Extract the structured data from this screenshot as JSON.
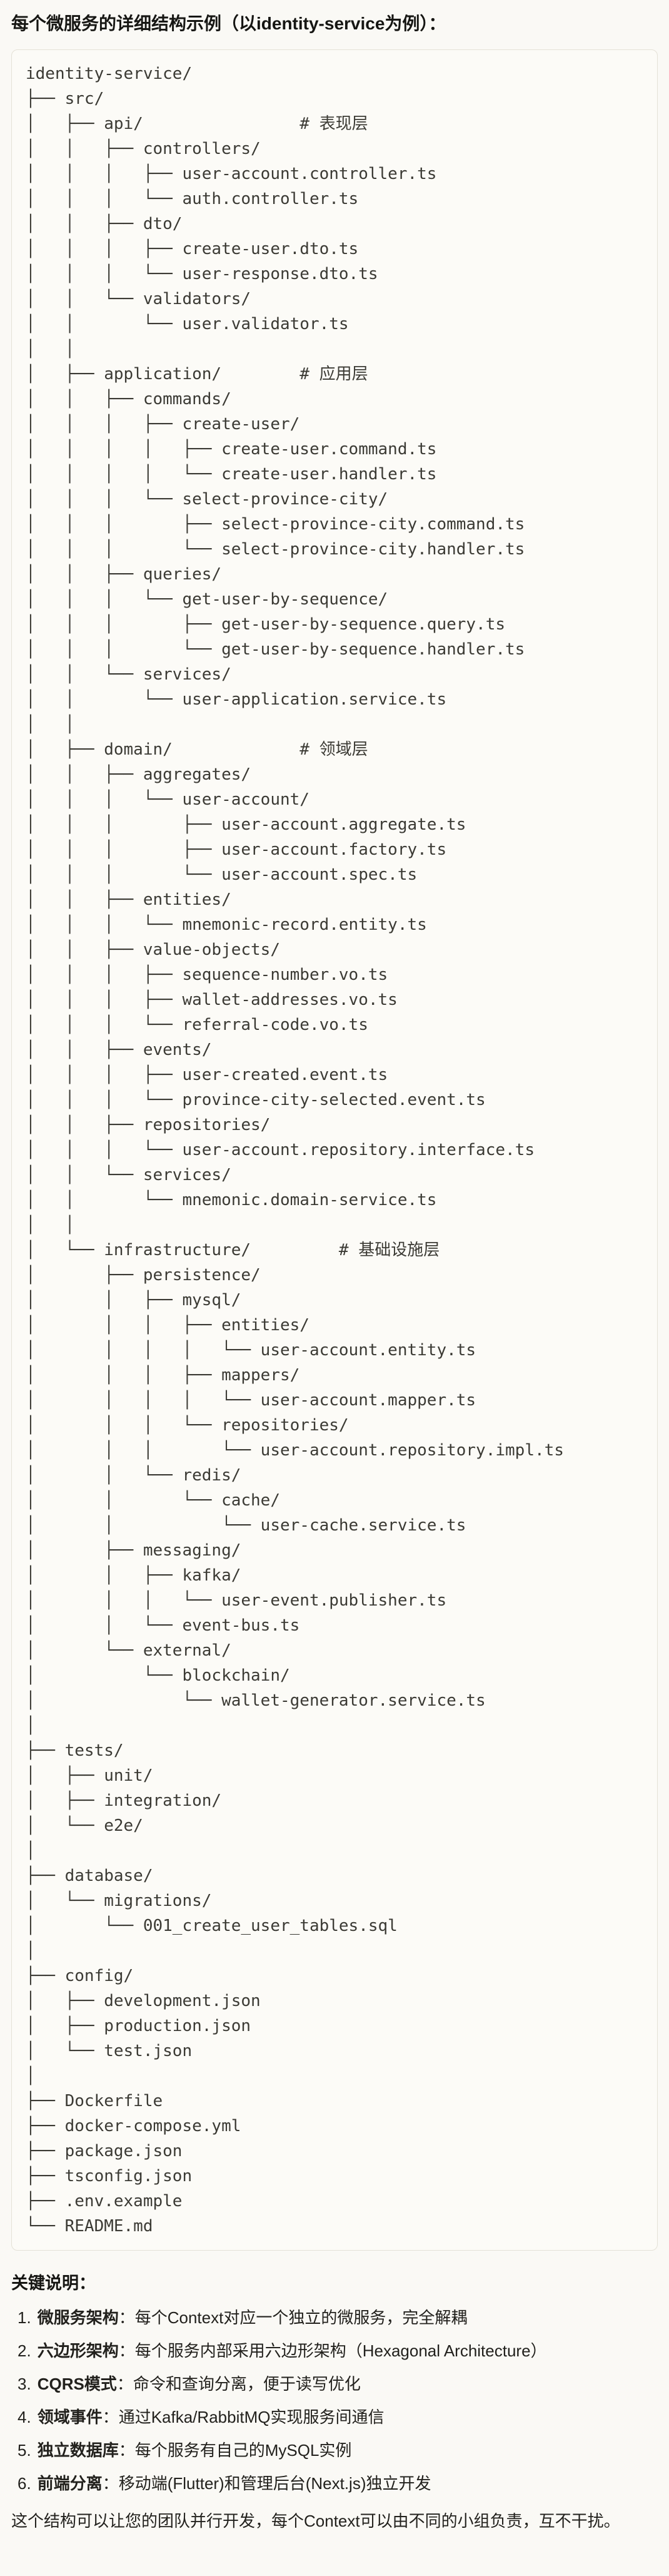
{
  "page": {
    "title": "每个微服务的详细结构示例（以identity-service为例）："
  },
  "code_block": {
    "language": "plaintext",
    "lines": [
      "identity-service/",
      "├── src/",
      "│   ├── api/                # 表现层",
      "│   │   ├── controllers/",
      "│   │   │   ├── user-account.controller.ts",
      "│   │   │   └── auth.controller.ts",
      "│   │   ├── dto/",
      "│   │   │   ├── create-user.dto.ts",
      "│   │   │   └── user-response.dto.ts",
      "│   │   └── validators/",
      "│   │       └── user.validator.ts",
      "│   │",
      "│   ├── application/        # 应用层",
      "│   │   ├── commands/",
      "│   │   │   ├── create-user/",
      "│   │   │   │   ├── create-user.command.ts",
      "│   │   │   │   └── create-user.handler.ts",
      "│   │   │   └── select-province-city/",
      "│   │   │       ├── select-province-city.command.ts",
      "│   │   │       └── select-province-city.handler.ts",
      "│   │   ├── queries/",
      "│   │   │   └── get-user-by-sequence/",
      "│   │   │       ├── get-user-by-sequence.query.ts",
      "│   │   │       └── get-user-by-sequence.handler.ts",
      "│   │   └── services/",
      "│   │       └── user-application.service.ts",
      "│   │",
      "│   ├── domain/             # 领域层",
      "│   │   ├── aggregates/",
      "│   │   │   └── user-account/",
      "│   │   │       ├── user-account.aggregate.ts",
      "│   │   │       ├── user-account.factory.ts",
      "│   │   │       └── user-account.spec.ts",
      "│   │   ├── entities/",
      "│   │   │   └── mnemonic-record.entity.ts",
      "│   │   ├── value-objects/",
      "│   │   │   ├── sequence-number.vo.ts",
      "│   │   │   ├── wallet-addresses.vo.ts",
      "│   │   │   └── referral-code.vo.ts",
      "│   │   ├── events/",
      "│   │   │   ├── user-created.event.ts",
      "│   │   │   └── province-city-selected.event.ts",
      "│   │   ├── repositories/",
      "│   │   │   └── user-account.repository.interface.ts",
      "│   │   └── services/",
      "│   │       └── mnemonic.domain-service.ts",
      "│   │",
      "│   └── infrastructure/         # 基础设施层",
      "│       ├── persistence/",
      "│       │   ├── mysql/",
      "│       │   │   ├── entities/",
      "│       │   │   │   └── user-account.entity.ts",
      "│       │   │   ├── mappers/",
      "│       │   │   │   └── user-account.mapper.ts",
      "│       │   │   └── repositories/",
      "│       │   │       └── user-account.repository.impl.ts",
      "│       │   └── redis/",
      "│       │       └── cache/",
      "│       │           └── user-cache.service.ts",
      "│       ├── messaging/",
      "│       │   ├── kafka/",
      "│       │   │   └── user-event.publisher.ts",
      "│       │   └── event-bus.ts",
      "│       └── external/",
      "│           └── blockchain/",
      "│               └── wallet-generator.service.ts",
      "│",
      "├── tests/",
      "│   ├── unit/",
      "│   ├── integration/",
      "│   └── e2e/",
      "│",
      "├── database/",
      "│   └── migrations/",
      "│       └── 001_create_user_tables.sql",
      "│",
      "├── config/",
      "│   ├── development.json",
      "│   ├── production.json",
      "│   └── test.json",
      "│",
      "├── Dockerfile",
      "├── docker-compose.yml",
      "├── package.json",
      "├── tsconfig.json",
      "├── .env.example",
      "└── README.md"
    ]
  },
  "notes": {
    "heading": "关键说明：",
    "items": [
      {
        "num": "1.",
        "term": "微服务架构",
        "sep": "：",
        "text": "每个Context对应一个独立的微服务，完全解耦"
      },
      {
        "num": "2.",
        "term": "六边形架构",
        "sep": "：",
        "text": "每个服务内部采用六边形架构（Hexagonal Architecture）"
      },
      {
        "num": "3.",
        "term": "CQRS模式",
        "sep": "：",
        "text": "命令和查询分离，便于读写优化"
      },
      {
        "num": "4.",
        "term": "领域事件",
        "sep": "：",
        "text": "通过Kafka/RabbitMQ实现服务间通信"
      },
      {
        "num": "5.",
        "term": "独立数据库",
        "sep": "：",
        "text": "每个服务有自己的MySQL实例"
      },
      {
        "num": "6.",
        "term": "前端分离",
        "sep": "：",
        "text": "移动端(Flutter)和管理后台(Next.js)独立开发"
      }
    ],
    "footer": "这个结构可以让您的团队并行开发，每个Context可以由不同的小组负责，互不干扰。"
  },
  "colors": {
    "page_bg": "#FAF9F5",
    "code_bg": "#FCFBF7",
    "code_border": "#E4E1D7",
    "code_text": "#3B3A34",
    "text": "#22211D",
    "title_text": "#161613"
  }
}
